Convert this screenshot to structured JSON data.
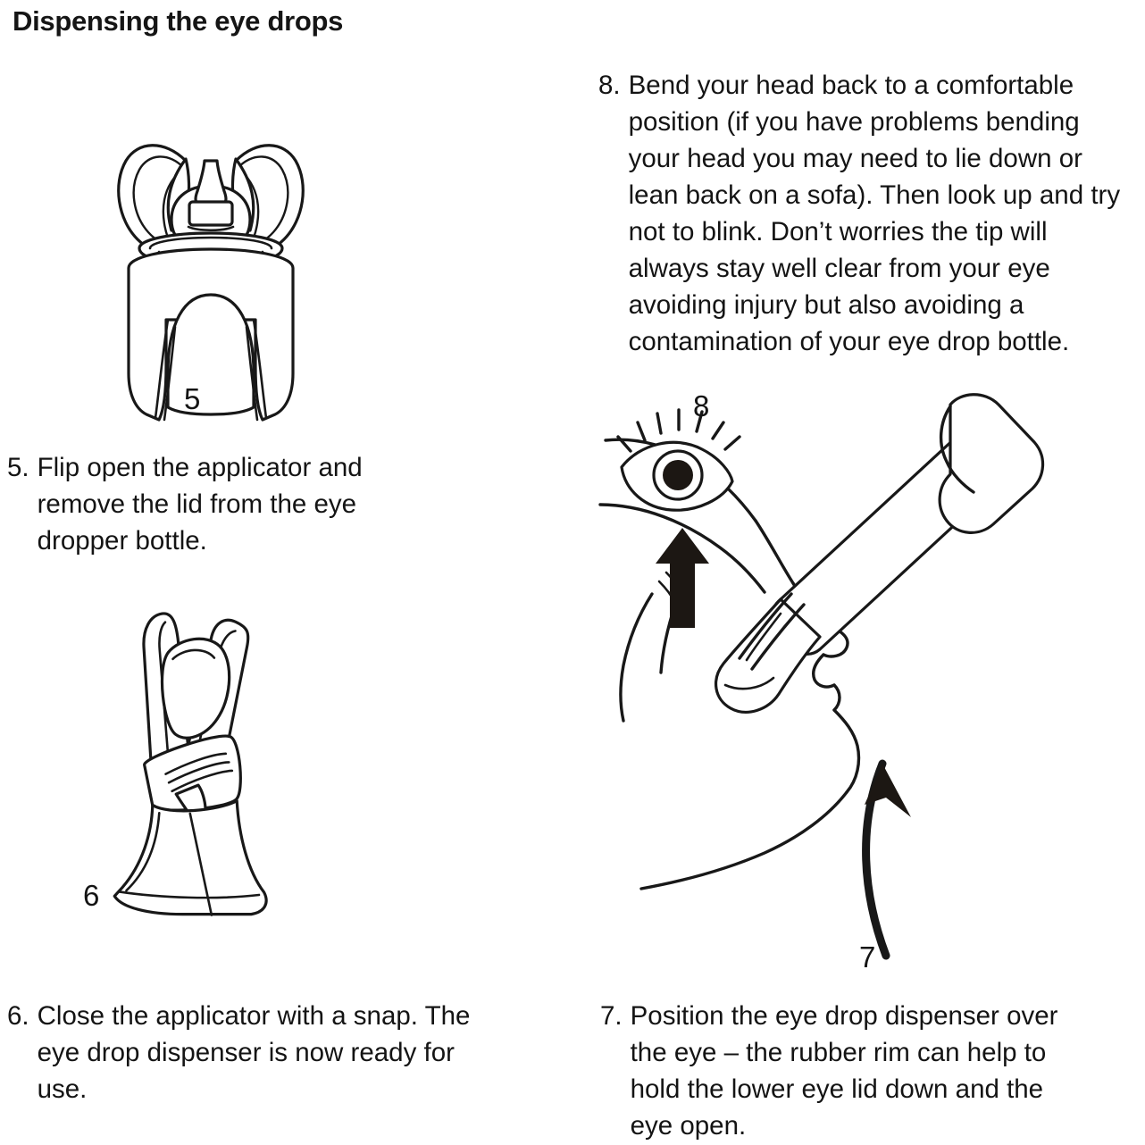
{
  "title": "Dispensing the eye drops",
  "steps": [
    {
      "number": "5.",
      "figure_label": "5",
      "text": "Flip open the applicator and remove the lid from the eye dropper bottle.",
      "figure_name": "eye-drop-dispenser-open-applicator"
    },
    {
      "number": "6.",
      "figure_label": "6",
      "text": "Close the applicator with a snap. The eye drop dispenser is now ready for use.",
      "figure_name": "eye-drop-dispenser-closed-applicator"
    },
    {
      "number": "7.",
      "figure_label": "7",
      "text": "Position the eye drop dispenser over the eye – the rubber rim can help to hold the lower eye lid down and the eye open.",
      "figure_name": "dispenser-positioned-over-eye"
    },
    {
      "number": "8.",
      "figure_label": "8",
      "text": "Bend your head back to a comfortable position (if you have problems bending your head you may need to lie down or lean back on a sofa). Then look up and try not to blink. Don’t worries the tip will always stay well clear from your eye avoiding injury but also avoiding a contamination of your eye drop bottle.",
      "figure_name": "head-tilted-back-with-dispenser"
    }
  ],
  "colors": {
    "background": "#ffffff",
    "ink": "#181818",
    "text": "#141414",
    "arrow": "#1c1713"
  },
  "icons": {
    "eye": "eye-icon",
    "up_arrow": "up-arrow-icon",
    "curved_arrow": "curved-up-arrow-icon",
    "droplet": "droplet-icon"
  }
}
